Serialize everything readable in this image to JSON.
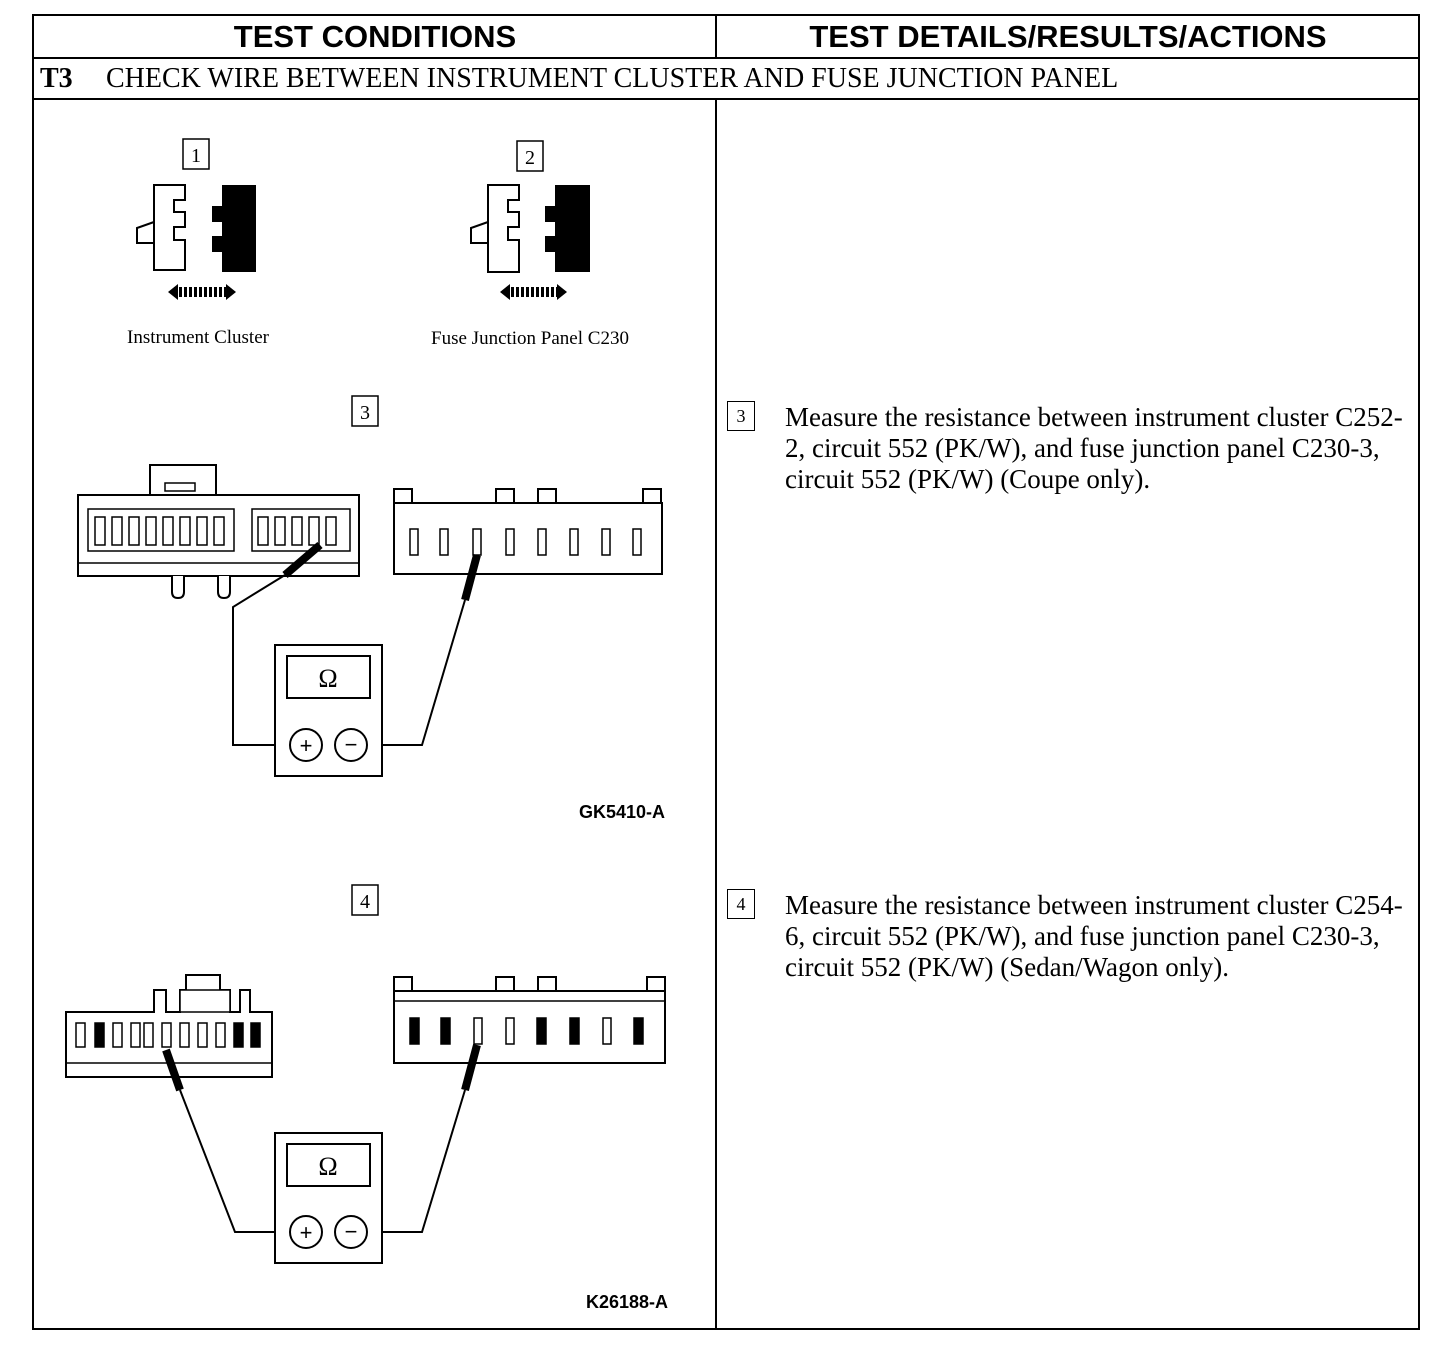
{
  "header": {
    "left": "TEST CONDITIONS",
    "right": "TEST DETAILS/RESULTS/ACTIONS"
  },
  "test": {
    "id": "T3",
    "title": "CHECK WIRE BETWEEN INSTRUMENT CLUSTER AND FUSE JUNCTION PANEL"
  },
  "figures": {
    "step1_num": "1",
    "step1_label": "Instrument Cluster",
    "step2_num": "2",
    "step2_label": "Fuse Junction Panel C230",
    "step3_num": "3",
    "step3_code": "GK5410-A",
    "step4_num": "4",
    "step4_code": "K26188-A",
    "meter_symbol": "Ω",
    "plus_symbol": "+",
    "minus_symbol": "−"
  },
  "steps": [
    {
      "num": "3",
      "text": "Measure the resistance between instrument cluster C252-2, circuit 552 (PK/W), and fuse junction panel C230-3, circuit 552 (PK/W) (Coupe only)."
    },
    {
      "num": "4",
      "text": "Measure the resistance between instrument cluster C254-6, circuit 552 (PK/W), and fuse junction panel C230-3, circuit 552 (PK/W) (Sedan/Wagon only)."
    }
  ]
}
